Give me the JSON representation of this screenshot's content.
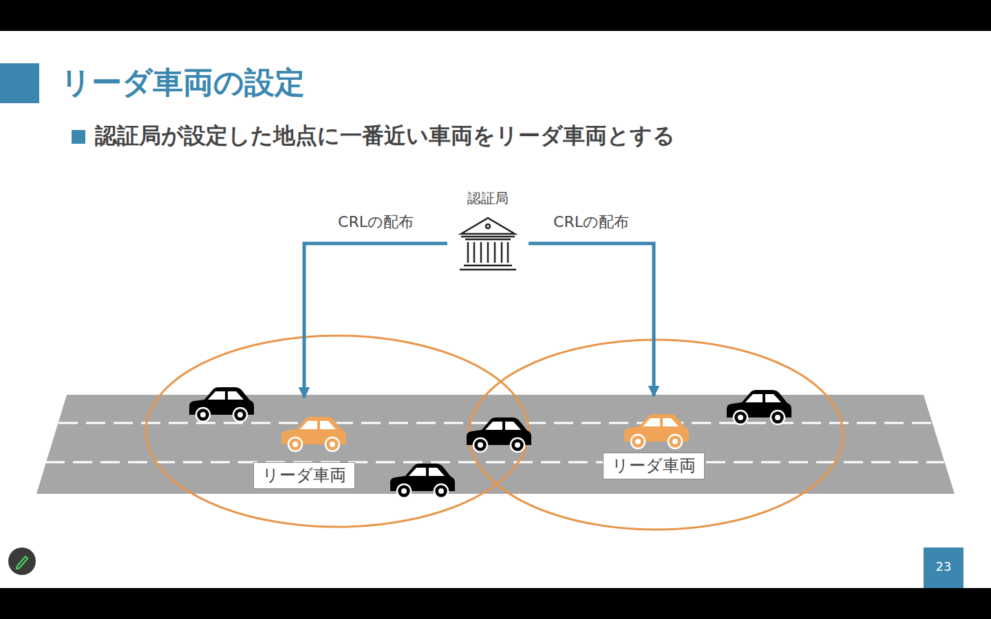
{
  "diagram": {
    "title": "リーダ車両の設定",
    "nodes": [
      {
        "text": [
          "認証局"
        ]
      },
      {
        "text": [
          "リーダ車両"
        ]
      },
      {
        "text": [
          "リーダ車両"
        ]
      }
    ],
    "edges": [
      {
        "from": 0,
        "to": 1,
        "arrow": "to",
        "label": "CRLの配布"
      },
      {
        "from": 0,
        "to": 2,
        "arrow": "to",
        "label": "CRLの配布"
      }
    ],
    "labels": [
      "認証局が設定した地点に一番近い車両をリーダ車両とする",
      "23"
    ]
  }
}
